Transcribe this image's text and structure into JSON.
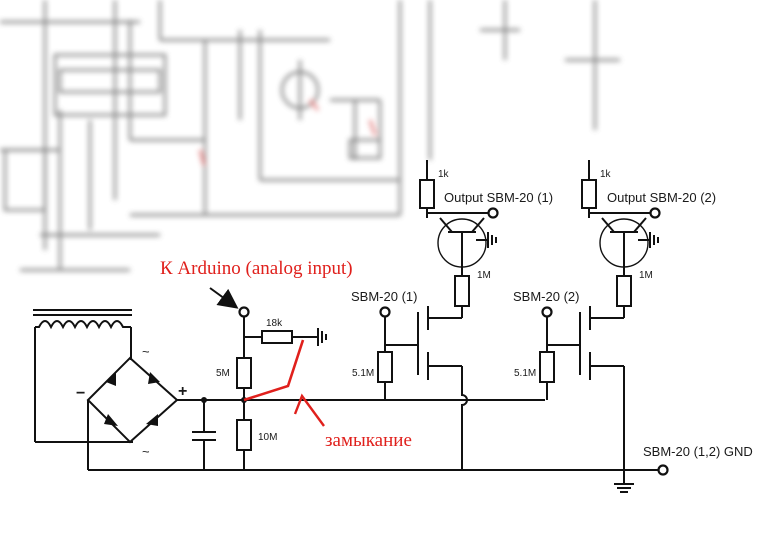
{
  "labels": {
    "arduino": "К Arduino (analog input)",
    "short": "замыкание",
    "r_18k": "18k",
    "r_5m": "5M",
    "r_10m": "10M",
    "r_51m_a": "5.1M",
    "r_51m_b": "5.1M",
    "r_1k_a": "1k",
    "r_1k_b": "1k",
    "r_1m_a": "1M",
    "r_1m_b": "1M",
    "output_1": "Output SBM-20 (1)",
    "output_2": "Output SBM-20 (2)",
    "sbm_1": "SBM-20 (1)",
    "sbm_2": "SBM-20 (2)",
    "gnd": "SBM-20 (1,2) GND",
    "plus": "+",
    "minus": "−",
    "tilde_1": "~",
    "tilde_2": "~"
  },
  "colors": {
    "wire": "#111111",
    "annotation": "#e0201c",
    "blurred": "#555555"
  }
}
